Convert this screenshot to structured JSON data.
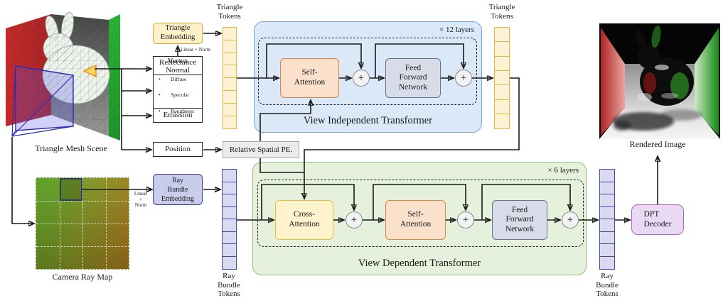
{
  "diagram": {
    "plus": "+",
    "scene": {
      "label": "Triangle Mesh Scene"
    },
    "camera_ray_map": {
      "label": "Camera Ray Map"
    },
    "rendered_image": {
      "label": "Rendered Image"
    },
    "triangle_embedding": {
      "label": "Triangle\nEmbedding",
      "note": "Linear + Norm"
    },
    "features": {
      "vertex_normal": "Vertex\nNormal",
      "reflectance": {
        "title": "Reflectance",
        "bullets": [
          "Diffuse",
          "Specular",
          "Roughness"
        ]
      },
      "emission": "Emission",
      "position": "Position"
    },
    "relative_pe": "Relative Spatial PE.",
    "triangle_tokens": {
      "label": "Triangle\nTokens",
      "left_count": 8,
      "right_count": 7
    },
    "ray_bundle_tokens": {
      "label": "Ray\nBundle\nTokens",
      "left_count": 8,
      "right_count": 8
    },
    "ray_bundle_embedding": {
      "label": "Ray\nBundle\nEmbedding",
      "note": "Linear\n+\nNorm"
    },
    "vit": {
      "title": "View Independent Transformer",
      "layers": "× 12 layers",
      "self_attention": "Self-\nAttention",
      "ffn": "Feed\nForward\nNetwork"
    },
    "vdt": {
      "title": "View Dependent Transformer",
      "layers": "× 6 layers",
      "cross_attention": "Cross-\nAttention",
      "self_attention": "Self-\nAttention",
      "ffn": "Feed\nForward\nNetwork"
    },
    "dpt": {
      "label": "DPT\nDecoder"
    },
    "colors": {
      "vit_fill": "#dbe8f7",
      "vit_border": "#74a7d8",
      "vdt_fill": "#e5f0dd",
      "vdt_border": "#93bf7e",
      "self_attention_fill": "#fbe0cc",
      "self_attention_border": "#e0834a",
      "cross_attention_fill": "#fdf3cd",
      "cross_attention_border": "#e9bd3f",
      "ffn_fill": "#d7dce8",
      "ffn_border": "#64748f",
      "triangle_token_fill": "#fdf3d4",
      "triangle_token_border": "#e8b63a",
      "ray_token_fill": "#d9daf2",
      "ray_token_border": "#4747a8",
      "dpt_fill": "#e9d9f3",
      "dpt_border": "#a965c4",
      "pe_fill": "#ebebeb",
      "scene_red_wall": "#c23030",
      "scene_green_wall": "#2ab335",
      "scene_frustum": "#2c2cb8"
    }
  }
}
